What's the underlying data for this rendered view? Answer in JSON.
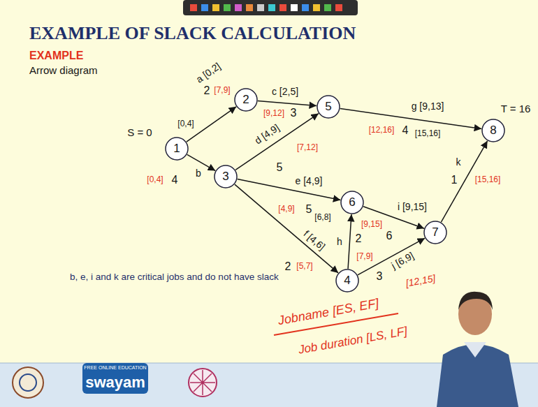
{
  "diagram": {
    "title": "EXAMPLE OF SLACK CALCULATION",
    "nodes": [
      {
        "text": [
          "1"
        ]
      },
      {
        "text": [
          "2"
        ]
      },
      {
        "text": [
          "3"
        ]
      },
      {
        "text": [
          "4"
        ]
      },
      {
        "text": [
          "5"
        ]
      },
      {
        "text": [
          "6"
        ]
      },
      {
        "text": [
          "7"
        ]
      },
      {
        "text": [
          "8"
        ]
      }
    ],
    "edges": [
      {
        "from": 0,
        "to": 1,
        "arrow": "to",
        "label": "a [0,2]"
      },
      {
        "from": 0,
        "to": 2,
        "arrow": "to",
        "label": "b"
      },
      {
        "from": 1,
        "to": 4,
        "arrow": "to",
        "label": "c [2,5]"
      },
      {
        "from": 2,
        "to": 4,
        "arrow": "to",
        "label": "d [4,9]"
      },
      {
        "from": 2,
        "to": 5,
        "arrow": "to",
        "label": "e [4,9]"
      },
      {
        "from": 2,
        "to": 3,
        "arrow": "to",
        "label": "f [4,6]"
      },
      {
        "from": 4,
        "to": 7,
        "arrow": "to",
        "label": "g [9,13]"
      },
      {
        "from": 3,
        "to": 5,
        "arrow": "to",
        "label": "h"
      },
      {
        "from": 5,
        "to": 6,
        "arrow": "to",
        "label": "i [9,15]"
      },
      {
        "from": 3,
        "to": 6,
        "arrow": "to",
        "label": "j [6,9]"
      },
      {
        "from": 6,
        "to": 7,
        "arrow": "to",
        "label": "k"
      }
    ],
    "labels": [
      "EXAMPLE",
      "Arrow diagram",
      "S = 0",
      "T = 16",
      "2",
      "[7,9]",
      "[0,4]",
      "[0,4]",
      "4",
      "[9,12]",
      "3",
      "5",
      "[7,12]",
      "[4,9]",
      "5",
      "2",
      "[5,7]",
      "[6,8]",
      "2",
      "[7,9]",
      "6",
      "[9,15]",
      "3",
      "[12,15]",
      "4",
      "[12,16]",
      "[15,16]",
      "1",
      "[15,16]",
      "b, e, i and k are critical jobs and do not have slack",
      "Jobname [ES, EF]",
      "Job duration [LS, LF]",
      "FREE ONLINE EDUCATION",
      "swayam"
    ]
  }
}
